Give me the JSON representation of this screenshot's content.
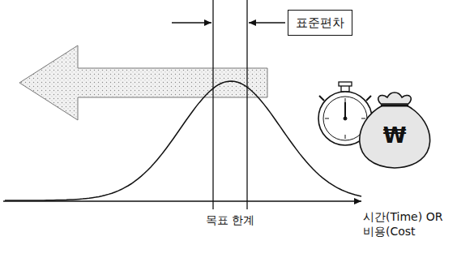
{
  "diagram": {
    "nodes": [
      {
        "text": [
          "표준편차"
        ]
      }
    ],
    "labels": [
      "목표 한계",
      "₩",
      "시간(Time) OR 비용(Cost"
    ]
  }
}
